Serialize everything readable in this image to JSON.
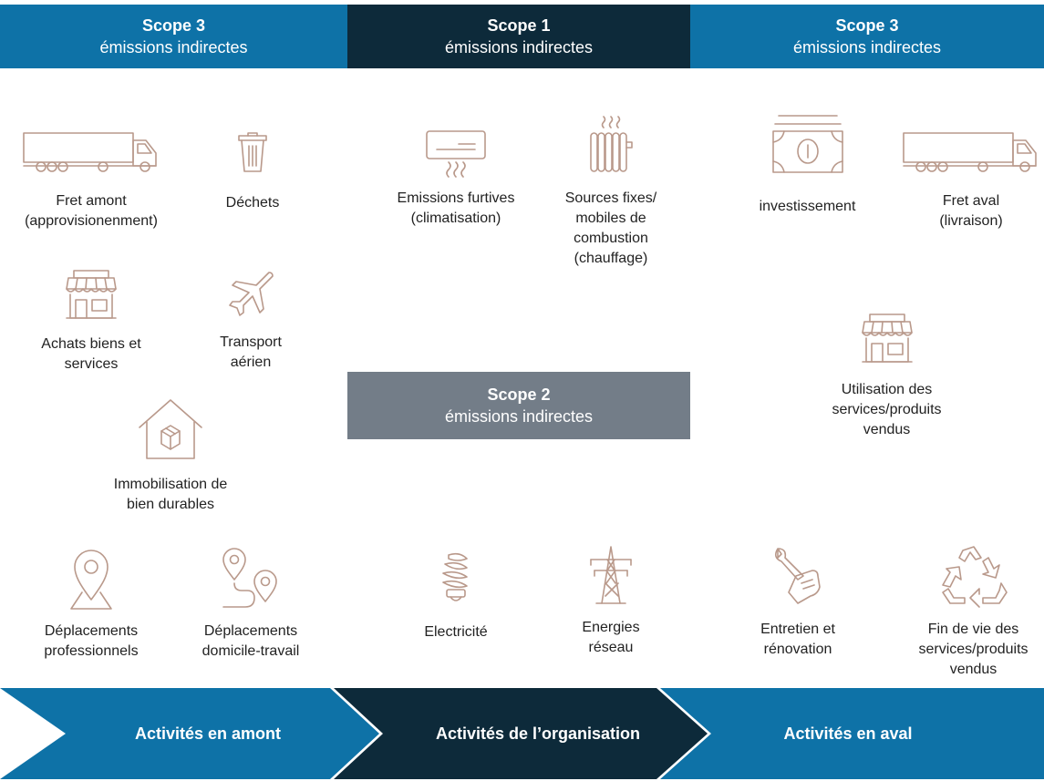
{
  "headers": {
    "left": {
      "title": "Scope 3",
      "subtitle": "émissions indirectes",
      "color": "#0e72a7"
    },
    "center": {
      "title": "Scope 1",
      "subtitle": "émissions indirectes",
      "color": "#0d2a3a"
    },
    "right": {
      "title": "Scope 3",
      "subtitle": "émissions indirectes",
      "color": "#0e72a7"
    },
    "middle": {
      "title": "Scope 2",
      "subtitle": "émissions indirectes",
      "color": "#737d88"
    }
  },
  "items": {
    "fret_amont": [
      "Fret amont",
      "(approvisionenment)"
    ],
    "dechets": [
      "Déchets"
    ],
    "emissions_furtives": [
      "Emissions furtives",
      "(climatisation)"
    ],
    "sources_fixes": [
      "Sources fixes/",
      "mobiles de",
      "combustion",
      "(chauffage)"
    ],
    "investissement": [
      "investissement"
    ],
    "fret_aval": [
      "Fret aval",
      "(livraison)"
    ],
    "achats": [
      "Achats biens et",
      "services"
    ],
    "transport_aerien": [
      "Transport",
      "aérien"
    ],
    "utilisation": [
      "Utilisation des",
      "services/produits",
      "vendus"
    ],
    "immobilisation": [
      "Immobilisation de",
      "bien durables"
    ],
    "deplacements_pro": [
      "Déplacements",
      "professionnels"
    ],
    "deplacements_dom": [
      "Déplacements",
      "domicile-travail"
    ],
    "electricite": [
      "Electricité"
    ],
    "energies": [
      "Energies",
      "réseau"
    ],
    "entretien": [
      "Entretien et",
      "rénovation"
    ],
    "fin_de_vie": [
      "Fin de vie des",
      "services/produits",
      "vendus"
    ]
  },
  "arrows": {
    "amont": "Activités en amont",
    "organisation": "Activités de l’organisation",
    "aval": "Activités en aval"
  },
  "colors": {
    "icon": "#b9998b",
    "blue": "#0e72a7",
    "dark": "#0d2a3a",
    "gray": "#737d88"
  }
}
